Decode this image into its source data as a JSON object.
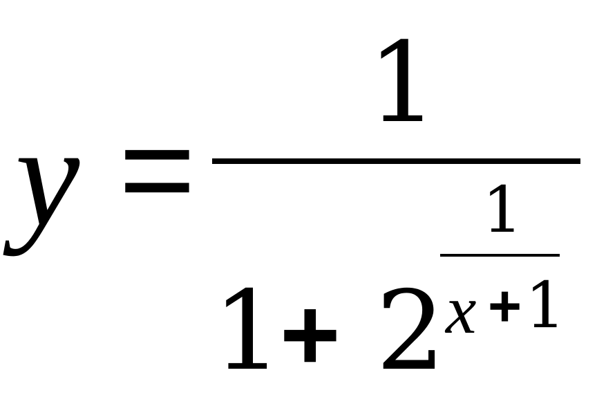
{
  "formula": {
    "lhs": "y",
    "equals": "=",
    "numerator": "1",
    "denominator": {
      "base_one": "1",
      "plus": "+",
      "base": "2",
      "exponent": {
        "numerator": "1",
        "variable": "x",
        "plus": "+",
        "constant": "1"
      }
    }
  }
}
